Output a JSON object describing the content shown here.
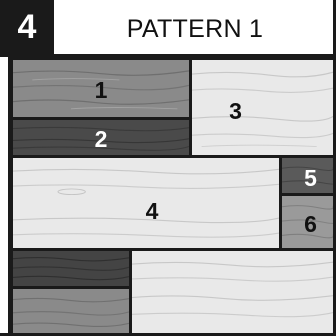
{
  "header": {
    "step_number": "4",
    "title": "PATTERN 1"
  },
  "boards": [
    {
      "label": "1",
      "tone": "medium-grey"
    },
    {
      "label": "2",
      "tone": "dark-grey"
    },
    {
      "label": "3",
      "tone": "light-grey"
    },
    {
      "label": "4",
      "tone": "light-grey"
    },
    {
      "label": "5",
      "tone": "dark-grey"
    },
    {
      "label": "6",
      "tone": "medium-grey"
    },
    {
      "label": "",
      "tone": "dark-grey"
    },
    {
      "label": "",
      "tone": "medium-grey"
    },
    {
      "label": "",
      "tone": "light-grey"
    }
  ],
  "colors": {
    "outline": "#1a1a1a",
    "light": "#e9e9e9",
    "medium": "#8a8a8a",
    "dark": "#4a4a4a"
  }
}
